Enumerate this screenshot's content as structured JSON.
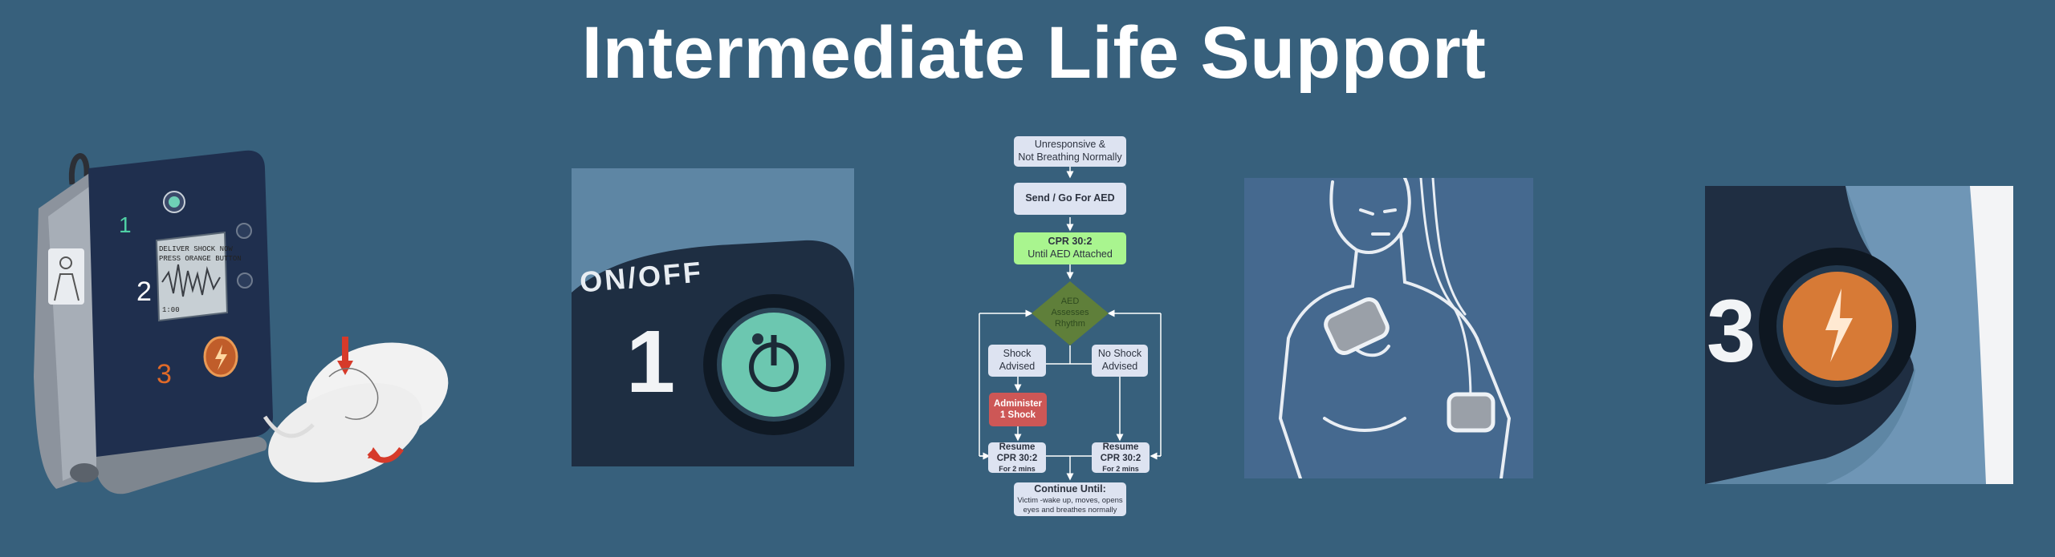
{
  "page": {
    "title": "Intermediate Life Support"
  },
  "aed_device": {
    "screen_line1": "DELIVER SHOCK NOW",
    "screen_line2": "PRESS ORANGE BUTTON",
    "screen_time": "1:00",
    "step1": "1",
    "step2": "2",
    "step3": "3"
  },
  "onoff_panel": {
    "label": "ON/OFF",
    "number": "1"
  },
  "shock_panel": {
    "number": "3"
  },
  "flowchart": {
    "step_unresponsive_l1": "Unresponsive &",
    "step_unresponsive_l2": "Not Breathing Normally",
    "step_send": "Send / Go For AED",
    "step_cpr_l1": "CPR  30:2",
    "step_cpr_l2": "Until AED Attached",
    "decision_l1": "AED",
    "decision_l2": "Assesses",
    "decision_l3": "Rhythm",
    "shock_advised_l1": "Shock",
    "shock_advised_l2": "Advised",
    "no_shock_l1": "No Shock",
    "no_shock_l2": "Advised",
    "administer_l1": "Administer",
    "administer_l2": "1 Shock",
    "resume_left_l1": "Resume",
    "resume_left_l2": "CPR 30:2",
    "resume_left_l3": "For 2 mins",
    "resume_right_l1": "Resume",
    "resume_right_l2": "CPR 30:2",
    "resume_right_l3": "For 2 mins",
    "continue_l1": "Continue Until:",
    "continue_l2": "Victim -wake up, moves, opens",
    "continue_l3": "eyes and breathes normally"
  },
  "colors": {
    "background": "#37607c",
    "flow_light": "#dde3f1",
    "flow_green": "#a9f58f",
    "flow_red": "#cd5756",
    "flow_diamond": "#5f7f3a"
  },
  "icons": [
    "power-icon",
    "shock-lightning-icon",
    "aed-device-image",
    "pad-placement-image"
  ]
}
